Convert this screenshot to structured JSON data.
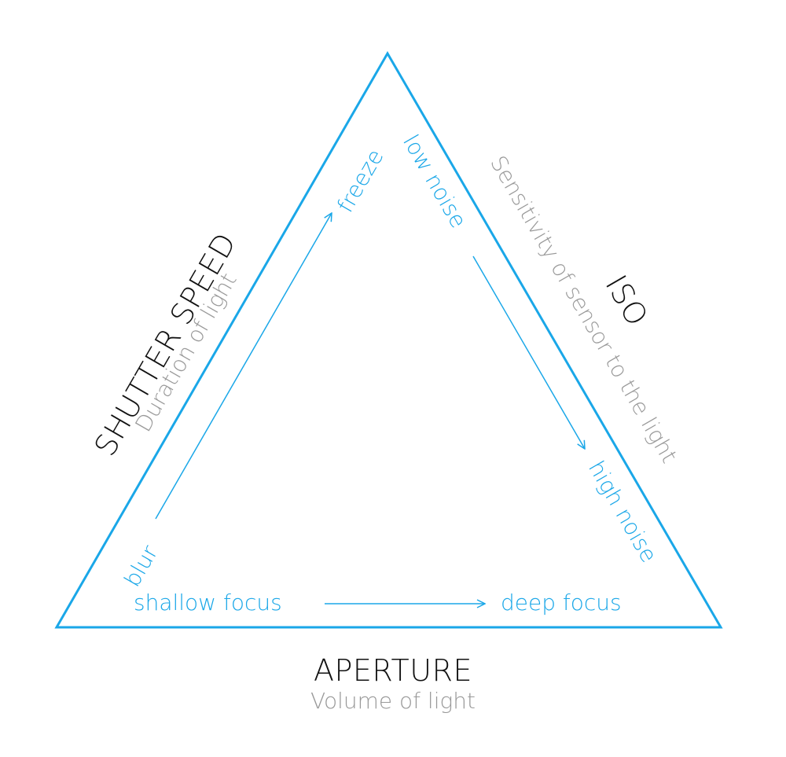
{
  "colors": {
    "accent": "#1aa7e8",
    "title": "#111111",
    "subtitle": "#999999"
  },
  "shutter": {
    "title": "SHUTTER SPEED",
    "subtitle": "Duration of light",
    "low_label": "blur",
    "high_label": "freeze"
  },
  "iso": {
    "title": "ISO",
    "subtitle": "Sensitivity of sensor to the light",
    "low_label": "low noise",
    "high_label": "high noise"
  },
  "aperture": {
    "title": "APERTURE",
    "subtitle": "Volume of light",
    "low_label": "shallow focus",
    "high_label": "deep focus"
  }
}
